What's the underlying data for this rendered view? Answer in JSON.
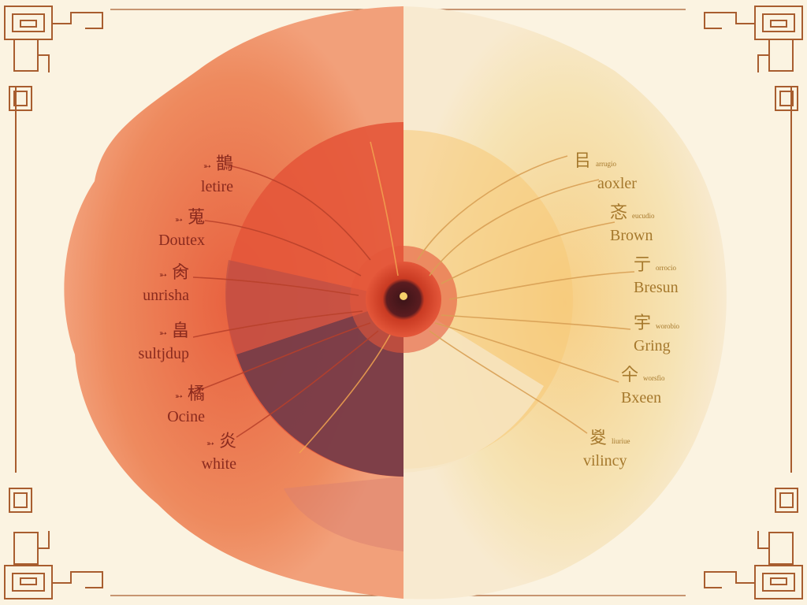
{
  "colors": {
    "background": "#fbf3e1",
    "left_outer": "#ee8a5e",
    "left_inner": "#e4573a",
    "left_dark": "#6b3a4a",
    "right_outer": "#f6e3b4",
    "right_inner": "#f7c877",
    "center": "#c93a22",
    "border": "#a85d2f",
    "left_text": "#8a2a1e",
    "right_text": "#a5782c"
  },
  "left_labels": [
    {
      "glyph": "鵲",
      "name": "letire"
    },
    {
      "glyph": "蒐",
      "name": "Doutex"
    },
    {
      "glyph": "肏",
      "name": "unrisha"
    },
    {
      "glyph": "畠",
      "name": "sultjdup"
    },
    {
      "glyph": "橘",
      "name": "Ocine"
    },
    {
      "glyph": "炎",
      "name": "white"
    }
  ],
  "right_labels": [
    {
      "glyph": "㠯",
      "small": "arrugio",
      "name": "aoxler"
    },
    {
      "glyph": "忞",
      "small": "eucudio",
      "name": "Brown"
    },
    {
      "glyph": "亍",
      "small": "orrocio",
      "name": "Bresun"
    },
    {
      "glyph": "宇",
      "small": "worobio",
      "name": "Gring"
    },
    {
      "glyph": "仐",
      "small": "worsfio",
      "name": "Bxeen"
    },
    {
      "glyph": "㚇",
      "small": "liuriue",
      "name": "vilincy"
    }
  ]
}
